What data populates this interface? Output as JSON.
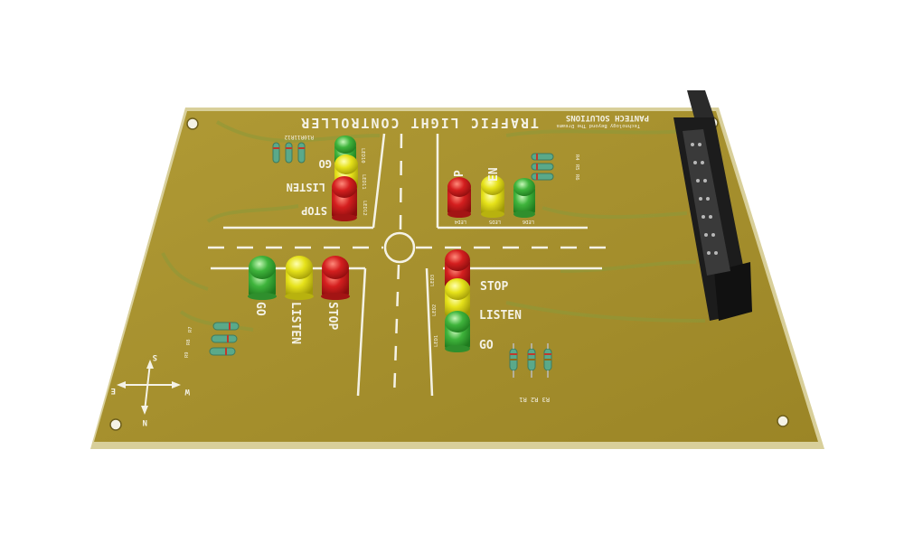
{
  "board": {
    "title": "TRAFFIC LIGHT CONTROLLER",
    "brand": "PANTECH SOLUTIONS",
    "tagline": "Technology Beyond The Dreams"
  },
  "lights": {
    "south_west": {
      "go": "GO",
      "listen": "LISTEN",
      "stop": "STOP"
    },
    "south_east": {
      "stop": "STOP",
      "listen": "LISTEN",
      "go": "GO"
    },
    "north_west": {
      "go": "GO",
      "listen": "LISTEN",
      "stop": "STOP"
    },
    "north_east": {
      "stop": "P",
      "listen": "EN"
    }
  },
  "led_labels": {
    "se": [
      "LED3",
      "LED2",
      "LED1"
    ],
    "ne": [
      "LED4",
      "LED5",
      "LED6"
    ],
    "nw": [
      "LED10",
      "LED11",
      "LED12"
    ]
  },
  "resistor_labels": {
    "se": "R3  R2  R1",
    "nw": "R10R11R12",
    "ne": [
      "R4",
      "R5",
      "R6"
    ],
    "sw": [
      "R7",
      "R8",
      "R9"
    ]
  },
  "compass": {
    "n": "N",
    "s": "S",
    "e": "E",
    "w": "W"
  },
  "colors": {
    "pcb": "#a08a2a",
    "pcb_light": "#b49c36",
    "trace": "#8f7a2a",
    "silk": "#f4f2e6",
    "led_red": "#d41f1f",
    "led_yellow": "#e6e21a",
    "led_green": "#3fb43c",
    "connector": "#1c1c1c"
  }
}
